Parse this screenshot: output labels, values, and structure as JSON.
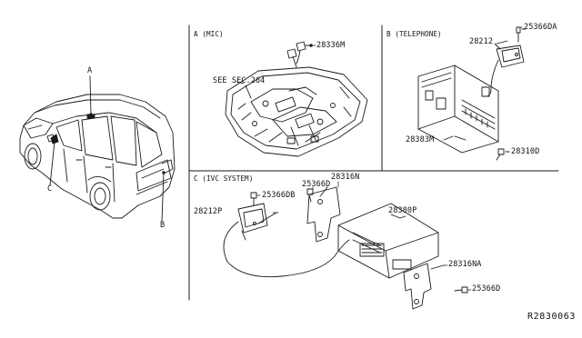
{
  "sections": {
    "a": "A (MIC)",
    "b": "B (TELEPHONE)",
    "c": "C (IVC SYSTEM)"
  },
  "vehicle_callouts": {
    "a": "A",
    "b": "B",
    "c": "C"
  },
  "parts": {
    "p28336M": "28336M",
    "see_sec": "SEE SEC.264",
    "p25366DA": "25366DA",
    "p28212": "28212",
    "p28383M": "28383M",
    "p28310D": "28310D",
    "p25366D_top": "25366D",
    "p28316N": "28316N",
    "p25366DB": "25366DB",
    "p28212P": "28212P",
    "p28380P": "28380P",
    "p28316NA": "28316NA",
    "p25366D_bottom": "25366D"
  },
  "diagram_ref": "R2830063"
}
